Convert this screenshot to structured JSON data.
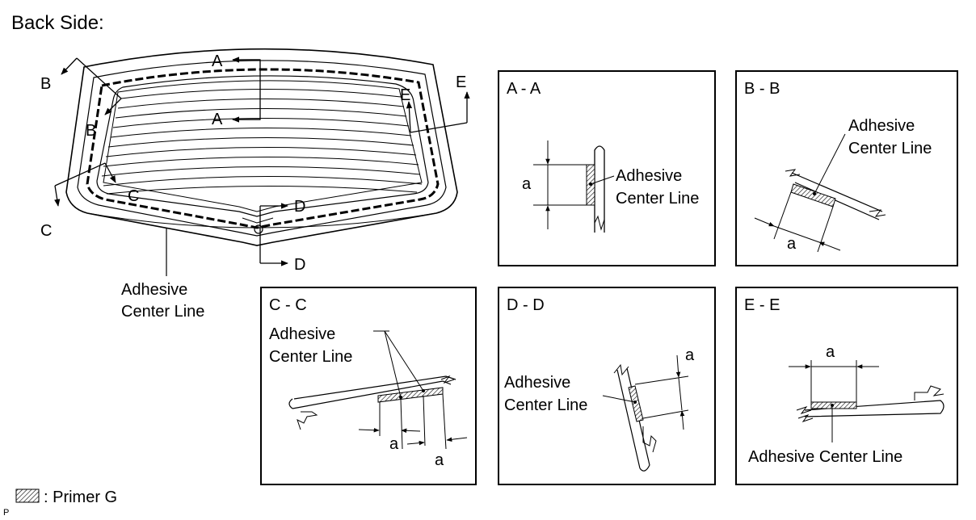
{
  "title": "Back Side:",
  "overview": {
    "label_a1": "A",
    "label_a2": "A",
    "label_b1": "B",
    "label_b2": "B",
    "label_c1": "C",
    "label_c2": "C",
    "label_d1": "D",
    "label_d2": "D",
    "label_e1": "E",
    "label_e2": "E",
    "adhesive_line1": "Adhesive",
    "adhesive_line2": "Center Line"
  },
  "panels": {
    "aa": {
      "title": "A - A",
      "dim": "a",
      "label1": "Adhesive",
      "label2": "Center Line"
    },
    "bb": {
      "title": "B - B",
      "dim": "a",
      "label1": "Adhesive",
      "label2": "Center Line"
    },
    "cc": {
      "title": "C - C",
      "dim1": "a",
      "dim2": "a",
      "label1": "Adhesive",
      "label2": "Center Line"
    },
    "dd": {
      "title": "D - D",
      "dim": "a",
      "label1": "Adhesive",
      "label2": "Center Line"
    },
    "ee": {
      "title": "E - E",
      "dim": "a",
      "label": "Adhesive Center Line"
    }
  },
  "legend": {
    "text": ": Primer G"
  },
  "corner_mark": "P"
}
